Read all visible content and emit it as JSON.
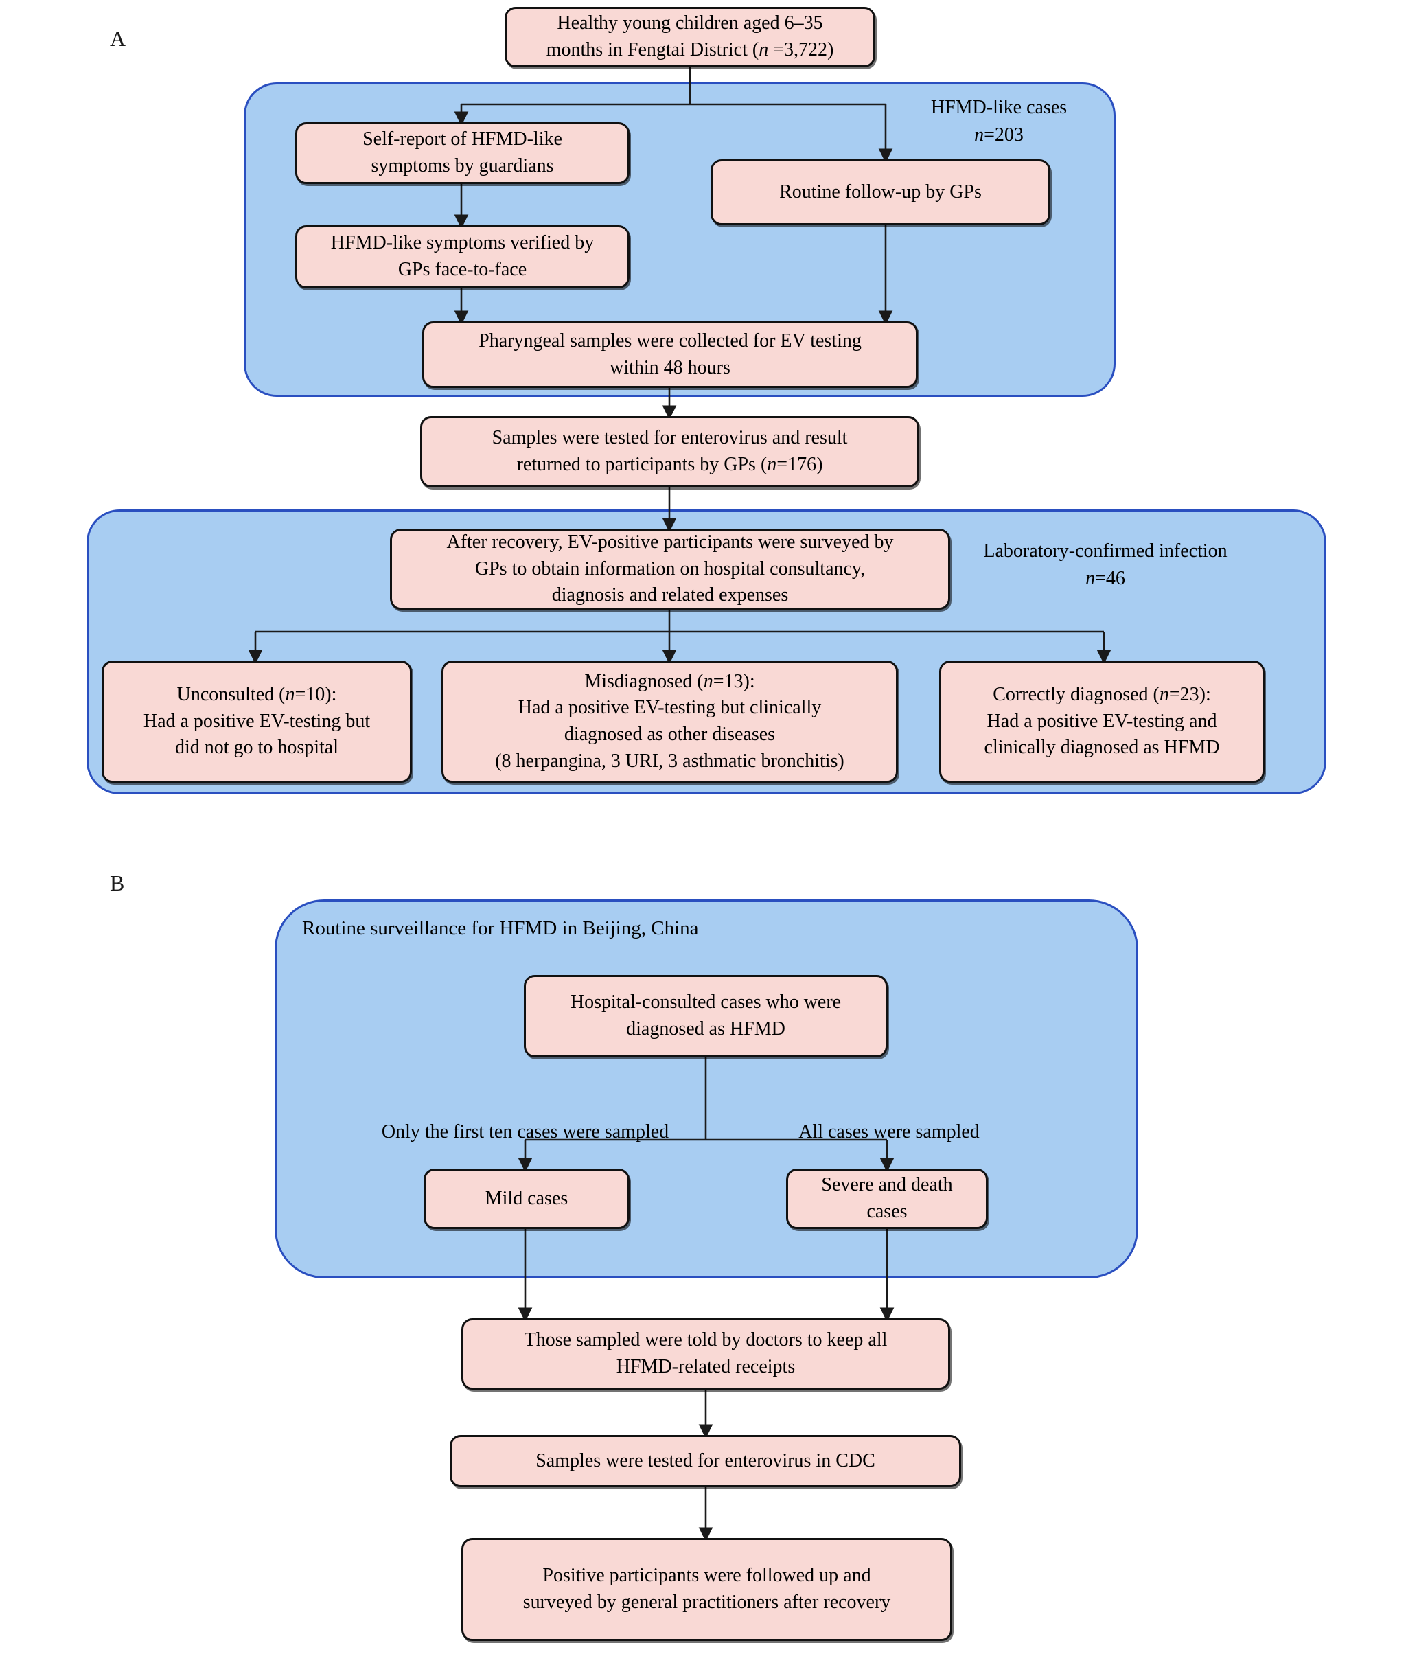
{
  "figure": {
    "panels": [
      {
        "id": "panel-a",
        "label": "A",
        "groups": [
          {
            "id": "group-hfmd-like",
            "caption_line1": "HFMD-like cases",
            "caption_line2": "n=203"
          },
          {
            "id": "group-lab-confirmed",
            "caption_line1": "Laboratory-confirmed infection",
            "caption_line2": "n=46"
          }
        ],
        "nodes": [
          {
            "id": "node-cohort",
            "text": "Healthy young children aged 6–35\nmonths in Fengtai District (n =3,722)"
          },
          {
            "id": "node-self-report",
            "text": "Self-report of HFMD-like\nsymptoms by guardians"
          },
          {
            "id": "node-verified",
            "text": "HFMD-like symptoms verified by\nGPs face-to-face"
          },
          {
            "id": "node-routine-followup",
            "text": "Routine follow-up by GPs"
          },
          {
            "id": "node-pharyngeal",
            "text": "Pharyngeal samples were collected for EV testing\nwithin 48 hours"
          },
          {
            "id": "node-tested-returned",
            "text": "Samples were tested for enterovirus and result\nreturned to participants by GPs (n=176)"
          },
          {
            "id": "node-after-recovery",
            "text": "After recovery, EV-positive participants were surveyed by\nGPs to obtain information on hospital consultancy,\ndiagnosis and related expenses"
          },
          {
            "id": "node-unconsulted",
            "text": "Unconsulted (n=10):\nHad a positive EV-testing but\ndid not go to hospital"
          },
          {
            "id": "node-misdiagnosed",
            "text": "Misdiagnosed (n=13):\nHad a positive EV-testing but clinically\ndiagnosed as other diseases\n(8 herpangina, 3 URI, 3 asthmatic bronchitis)"
          },
          {
            "id": "node-correctly-diagnosed",
            "text": "Correctly diagnosed (n=23):\nHad a positive EV-testing and\nclinically diagnosed as HFMD"
          }
        ]
      },
      {
        "id": "panel-b",
        "label": "B",
        "groups": [
          {
            "id": "group-routine-surveillance",
            "caption_line1": "Routine surveillance for HFMD in Beijing, China",
            "caption_line2": ""
          }
        ],
        "edge_labels": [
          {
            "id": "edge-label-first-ten",
            "text": "Only the first ten cases were sampled"
          },
          {
            "id": "edge-label-all-cases",
            "text": "All cases were sampled"
          }
        ],
        "nodes": [
          {
            "id": "node-hospital-consulted",
            "text": "Hospital-consulted cases who were\ndiagnosed as HFMD"
          },
          {
            "id": "node-mild-cases",
            "text": "Mild cases"
          },
          {
            "id": "node-severe-death",
            "text": "Severe and death\ncases"
          },
          {
            "id": "node-keep-receipts",
            "text": "Those sampled were told by doctors to keep all\nHFMD-related receipts"
          },
          {
            "id": "node-tested-cdc",
            "text": "Samples were tested for enterovirus in CDC"
          },
          {
            "id": "node-followed-up",
            "text": "Positive participants were followed up and\nsurveyed by general practitioners after recovery"
          }
        ]
      }
    ],
    "colors": {
      "node_fill": "#f9d9d5",
      "node_stroke": "#111111",
      "group_fill": "#a8cdf2",
      "group_stroke": "#2a4fc0",
      "connector": "#1a1a1a",
      "background": "#ffffff"
    }
  }
}
